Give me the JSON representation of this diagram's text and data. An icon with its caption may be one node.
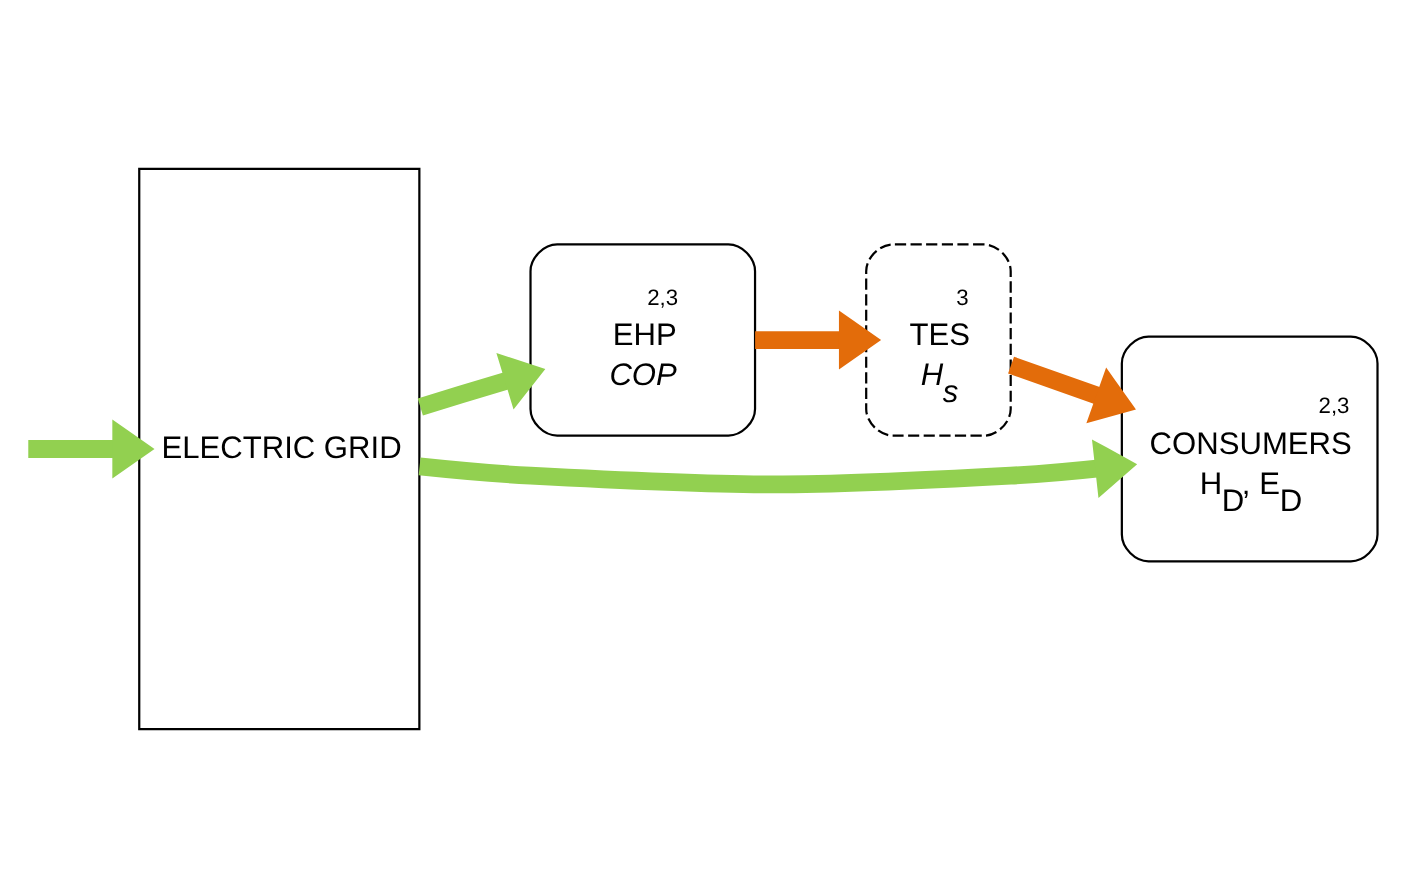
{
  "diagram": {
    "nodes": [
      {
        "text": [
          "ELECTRIC GRID"
        ]
      },
      {
        "text": [
          "2,3",
          "EHP",
          "COP"
        ]
      },
      {
        "text": [
          "3",
          "TES",
          "H$_{s}$"
        ]
      },
      {
        "text": [
          "2,3",
          "CONSUMERS",
          "H$_{D}$, E$_{D}$"
        ]
      }
    ],
    "edges": [
      {
        "from": null,
        "to": 0,
        "arrow": "to"
      },
      {
        "from": 0,
        "to": 3,
        "arrow": "to"
      },
      {
        "from": 0,
        "to": 1,
        "arrow": "to"
      },
      {
        "from": 1,
        "to": 2,
        "arrow": "to",
        "color": "#e36c0a"
      },
      {
        "from": 2,
        "to": 3,
        "arrow": "to",
        "color": "#e36c0a"
      }
    ]
  }
}
